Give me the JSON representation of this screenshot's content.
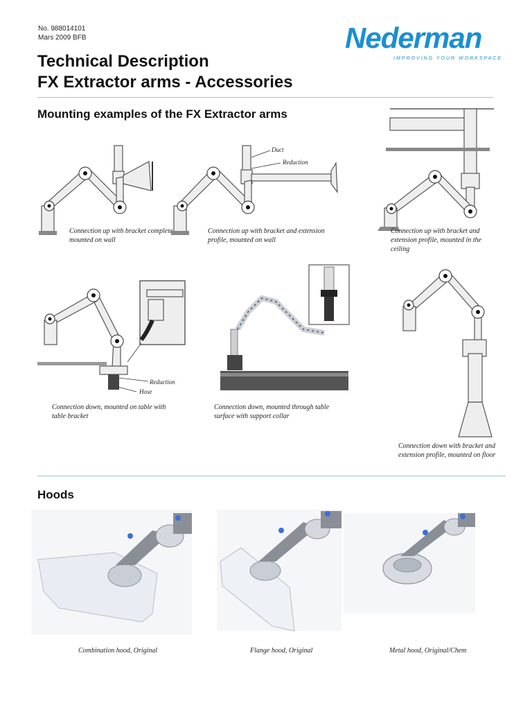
{
  "header": {
    "doc_number": "No. 988014101",
    "doc_date": "Mars 2009 BFB",
    "title_line1": "Technical Description",
    "title_line2": "FX Extractor arms - Accessories"
  },
  "logo": {
    "wordmark": "Nederman",
    "tagline": "IMPROVING YOUR WORKSPACE",
    "color": "#1a8fd1"
  },
  "mounting": {
    "heading": "Mounting examples of the FX Extractor arms",
    "examples": [
      {
        "caption": "Connection up with bracket complete, mounted on wall"
      },
      {
        "caption": "Connection up with bracket and extension profile, mounted on wall",
        "labels": [
          "Duct",
          "Reduction"
        ]
      },
      {
        "caption": "Connection up with bracket and extension profile, mounted in the ceiling"
      },
      {
        "caption": "Connection down, mounted on table with table bracket",
        "labels": [
          "Reduction",
          "Hose"
        ]
      },
      {
        "caption": "Connection down, mounted through table surface with support collar"
      },
      {
        "caption": "Connection down with bracket and extension profile, mounted on floor"
      }
    ]
  },
  "hoods": {
    "heading": "Hoods",
    "items": [
      {
        "caption": "Combination hood, Original"
      },
      {
        "caption": "Flange hood, Original"
      },
      {
        "caption": "Metal hood, Original/Chem"
      }
    ]
  },
  "colors": {
    "accent_blue": "#1a8fd1",
    "divider": "#9cc6e0",
    "joint_blue": "#3b6fd8"
  }
}
